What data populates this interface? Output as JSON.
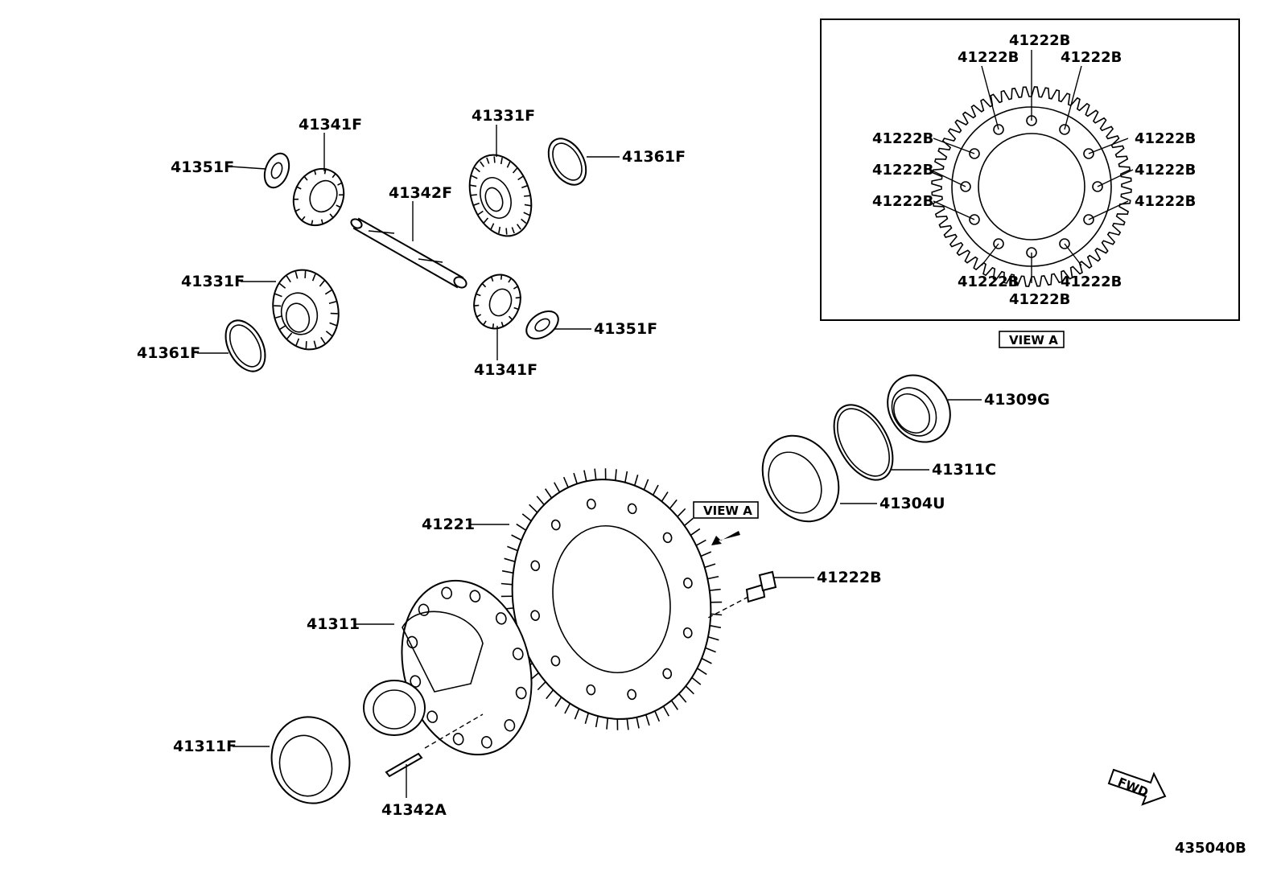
{
  "diagram_id": "435040B",
  "view_a_tag": "VIEW A",
  "fwd": "FWD",
  "callouts": {
    "p41341F_top": "41341F",
    "p41351F_left": "41351F",
    "p41331F_top": "41331F",
    "p41361F_top": "41361F",
    "p41342F": "41342F",
    "p41331F_left": "41331F",
    "p41361F_left": "41361F",
    "p41351F_right": "41351F",
    "p41341F_bottom": "41341F",
    "p41309G": "41309G",
    "p41311C": "41311C",
    "p41304U": "41304U",
    "p41221": "41221",
    "p41222B": "41222B",
    "p41311": "41311",
    "p41311F": "41311F",
    "p41342A": "41342A"
  },
  "view_a_box": {
    "title": "VIEW A",
    "bolt_label": "41222B"
  }
}
